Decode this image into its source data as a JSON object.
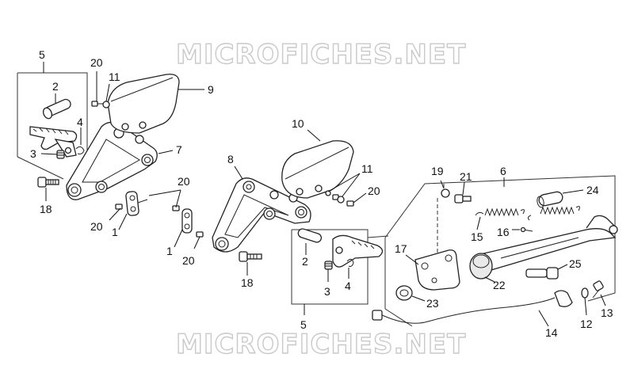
{
  "watermark": "MICROFICHES.NET",
  "callouts": {
    "c5a": "5",
    "c2a": "2",
    "c4a": "4",
    "c3a": "3",
    "c18a": "18",
    "c20a": "20",
    "c11a": "11",
    "c9": "9",
    "c7": "7",
    "c20b": "20",
    "c20c": "20",
    "c1a": "1",
    "c1b": "1",
    "c20d": "20",
    "c10": "10",
    "c8": "8",
    "c11b": "11",
    "c20e": "20",
    "c2b": "2",
    "c4b": "4",
    "c3b": "3",
    "c18b": "18",
    "c5b": "5",
    "c19": "19",
    "c21": "21",
    "c6": "6",
    "c24": "24",
    "c15": "15",
    "c16": "16",
    "c17": "17",
    "c22": "22",
    "c25": "25",
    "c23": "23",
    "c14": "14",
    "c12": "12",
    "c13": "13"
  }
}
